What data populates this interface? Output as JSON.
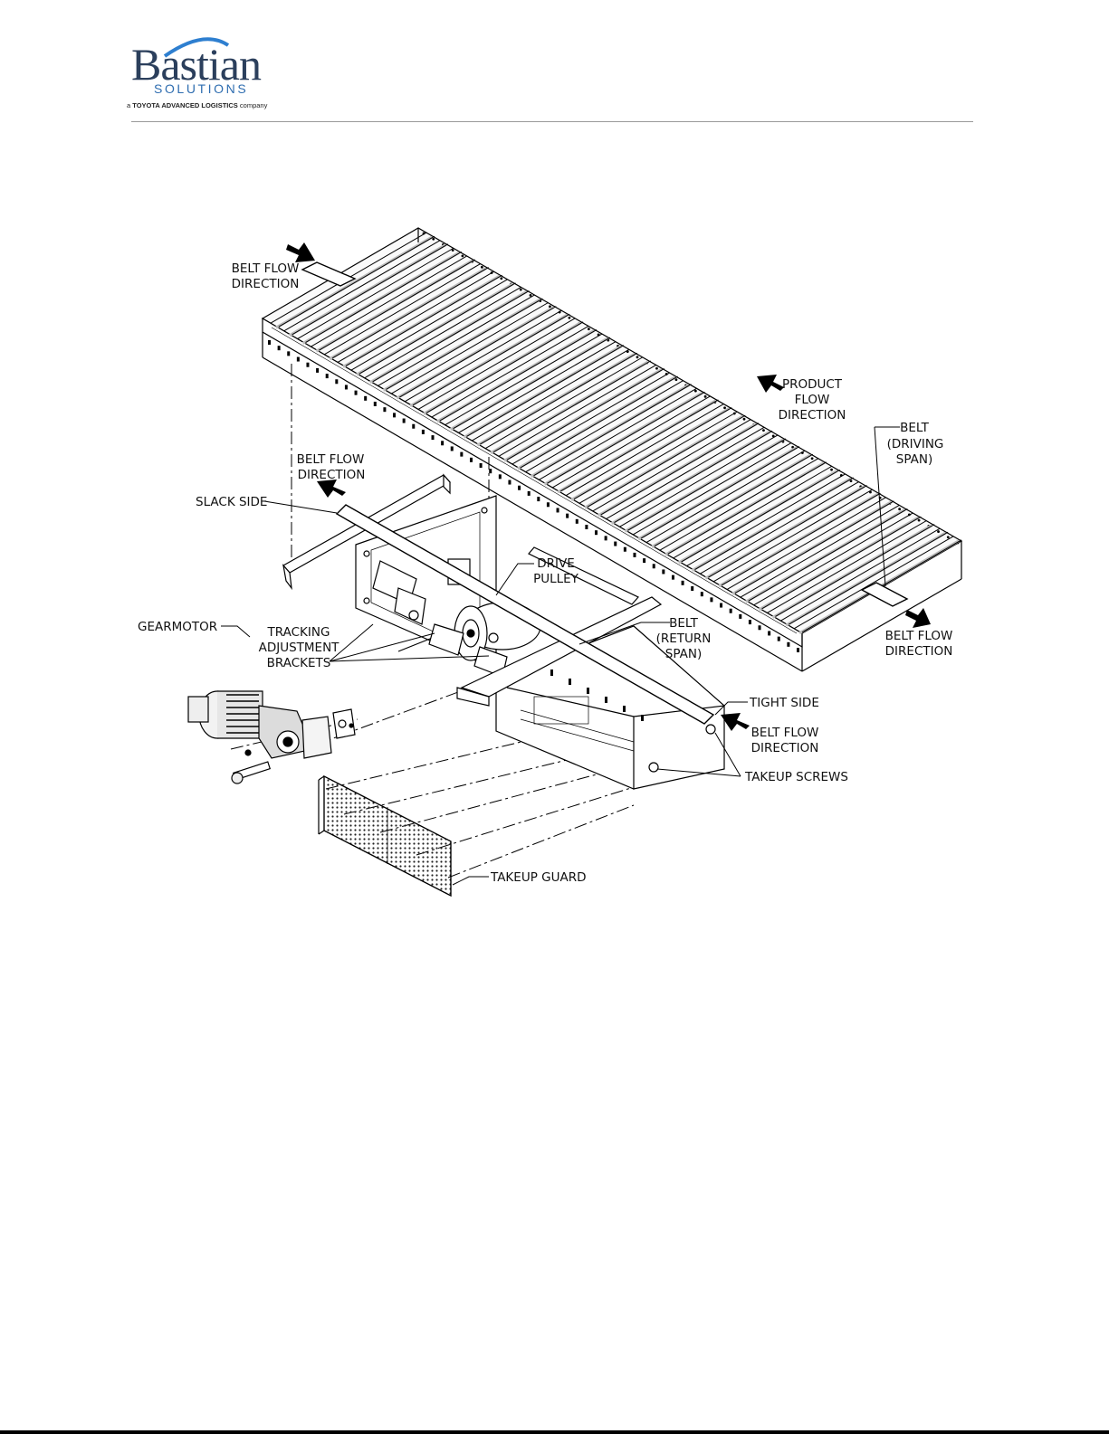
{
  "brand": {
    "name": "Bastian",
    "sub": "SOLUTIONS",
    "tagline_prefix": "a",
    "tagline_bold": "TOYOTA ADVANCED LOGISTICS",
    "tagline_suffix": "company"
  },
  "colors": {
    "brand_navy": "#2b3f5c",
    "brand_blue": "#2e6db0",
    "line": "#000000"
  },
  "labels": {
    "belt_flow_top": [
      "BELT FLOW",
      "DIRECTION"
    ],
    "product_flow": [
      "PRODUCT",
      "FLOW",
      "DIRECTION"
    ],
    "belt_driving_span": [
      "BELT",
      "(DRIVING",
      "SPAN)"
    ],
    "belt_flow_mid": [
      "BELT FLOW",
      "DIRECTION"
    ],
    "slack_side": "SLACK SIDE",
    "drive_pulley": [
      "DRIVE",
      "PULLEY"
    ],
    "gearmotor": "GEARMOTOR",
    "tracking_brackets": [
      "TRACKING",
      "ADJUSTMENT",
      "BRACKETS"
    ],
    "belt_return_span": [
      "BELT",
      "(RETURN",
      "SPAN)"
    ],
    "belt_flow_right": [
      "BELT FLOW",
      "DIRECTION"
    ],
    "tight_side": "TIGHT SIDE",
    "belt_flow_bottom": [
      "BELT FLOW",
      "DIRECTION"
    ],
    "takeup_screws": "TAKEUP SCREWS",
    "takeup_guard": "TAKEUP GUARD"
  }
}
